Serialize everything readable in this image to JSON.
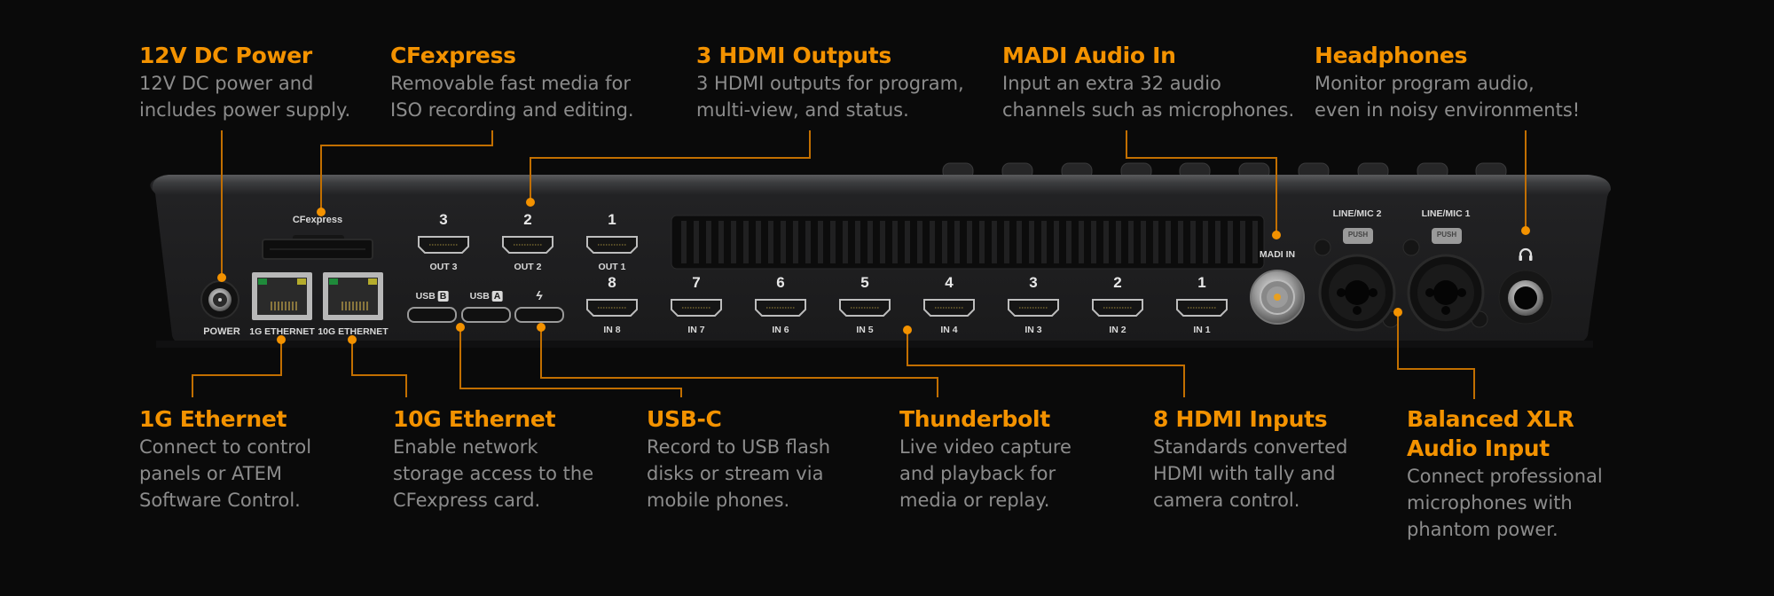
{
  "colors": {
    "accent": "#f39200",
    "description": "#8c8c8c",
    "background": "#0a0a0a",
    "device": "#1d1d1e"
  },
  "top_callouts": [
    {
      "title": "12V DC Power",
      "lines": [
        "12V DC power and",
        "includes power supply."
      ]
    },
    {
      "title": "CFexpress",
      "lines": [
        "Removable fast media for",
        "ISO recording and editing."
      ]
    },
    {
      "title": "3 HDMI Outputs",
      "lines": [
        "3 HDMI outputs for program,",
        "multi-view, and status."
      ]
    },
    {
      "title": "MADI Audio In",
      "lines": [
        "Input an extra 32 audio",
        "channels such as microphones."
      ]
    },
    {
      "title": "Headphones",
      "lines": [
        "Monitor program audio,",
        "even in noisy environments!"
      ]
    }
  ],
  "bottom_callouts": [
    {
      "title": "1G Ethernet",
      "lines": [
        "Connect to control",
        "panels or ATEM",
        "Software Control."
      ]
    },
    {
      "title": "10G Ethernet",
      "lines": [
        "Enable network",
        "storage access to the",
        "CFexpress card."
      ]
    },
    {
      "title": "USB-C",
      "lines": [
        "Record to USB flash",
        "disks or stream via",
        "mobile phones."
      ]
    },
    {
      "title": "Thunderbolt",
      "lines": [
        "Live video capture",
        "and playback for",
        "media or replay."
      ]
    },
    {
      "title": "8 HDMI Inputs",
      "lines": [
        "Standards converted",
        "HDMI with tally and",
        "camera control."
      ]
    },
    {
      "title_lines": [
        "Balanced XLR",
        "Audio Input"
      ],
      "lines": [
        "Connect professional",
        "microphones with",
        "phantom power."
      ]
    }
  ],
  "device": {
    "power_label": "POWER",
    "cfexpress_label": "CFexpress",
    "eth1_label": "1G ETHERNET",
    "eth10_label": "10G ETHERNET",
    "outputs": [
      {
        "num": "3",
        "label": "OUT 3"
      },
      {
        "num": "2",
        "label": "OUT 2"
      },
      {
        "num": "1",
        "label": "OUT 1"
      }
    ],
    "usb": [
      {
        "label": "USB",
        "badge": "B"
      },
      {
        "label": "USB",
        "badge": "A"
      },
      {
        "label": "",
        "icon": "thunderbolt-icon",
        "glyph": "ϟ"
      }
    ],
    "inputs": [
      {
        "num": "8",
        "label": "IN 8"
      },
      {
        "num": "7",
        "label": "IN 7"
      },
      {
        "num": "6",
        "label": "IN 6"
      },
      {
        "num": "5",
        "label": "IN 5"
      },
      {
        "num": "4",
        "label": "IN 4"
      },
      {
        "num": "3",
        "label": "IN 3"
      },
      {
        "num": "2",
        "label": "IN 2"
      },
      {
        "num": "1",
        "label": "IN 1"
      }
    ],
    "madi_label": "MADI IN",
    "xlr": [
      {
        "label": "LINE/MIC 2",
        "latch": "PUSH"
      },
      {
        "label": "LINE/MIC 1",
        "latch": "PUSH"
      }
    ],
    "headphones_icon": "headphones-icon"
  }
}
